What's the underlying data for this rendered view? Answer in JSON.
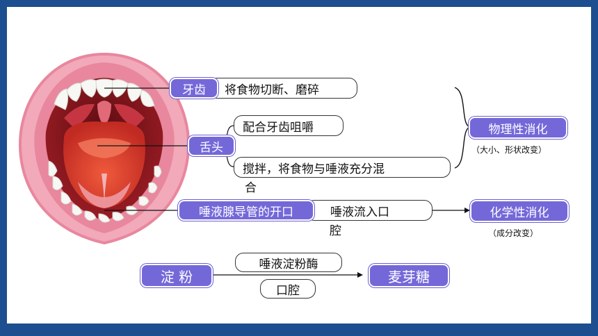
{
  "mouth_labels": {
    "teeth": "牙齿",
    "tongue": "舌头",
    "salivary_opening": "唾液腺导管的开口"
  },
  "functions": {
    "teeth_action": "将食物切断、磨碎",
    "tongue_action_1": "配合牙齿咀嚼",
    "tongue_action_2_line1": "搅拌，将食物与唾液充分混",
    "tongue_action_2_line2": "合",
    "saliva_action_line1": "唾液流入口",
    "saliva_action_line2": "腔"
  },
  "digestion": {
    "physical": "物理性消化",
    "physical_note": "（大小、形状改变）",
    "chemical": "化学性消化",
    "chemical_note": "（成分改变）"
  },
  "reaction": {
    "substrate": "淀 粉",
    "enzyme": "唾液淀粉酶",
    "location": "口腔",
    "product": "麦芽糖"
  },
  "colors": {
    "accent": "#7468d9",
    "border": "#1d4e8f",
    "lip": "#e8879e",
    "tongue": "#d93b2b"
  }
}
